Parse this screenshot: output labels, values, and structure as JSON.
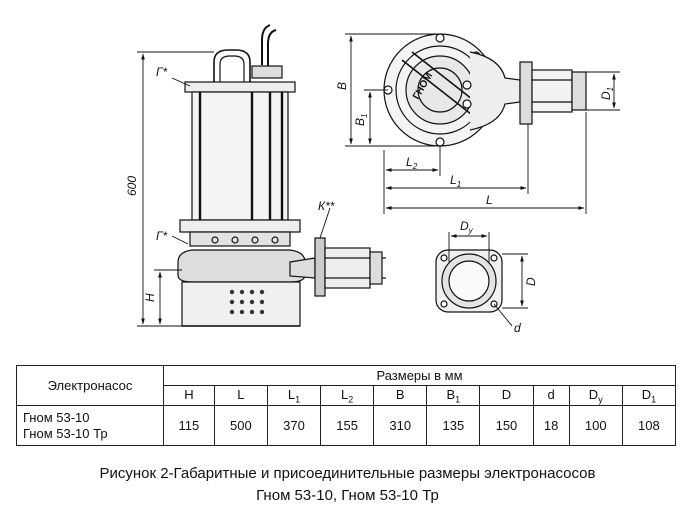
{
  "drawing": {
    "label_g_top": "Г*",
    "label_g_bottom": "Г*",
    "label_k": "К**",
    "dim_600": "600",
    "dim_h": "H",
    "dim_b": "B",
    "dim_b1": "B",
    "dim_b1_sub": "1",
    "dim_l2": "L",
    "dim_l2_sub": "2",
    "dim_l1": "L",
    "dim_l1_sub": "1",
    "dim_l": "L",
    "dim_d1": "D",
    "dim_d1_sub": "1",
    "dim_dy": "D",
    "dim_dy_sub": "y",
    "dim_d": "D",
    "dim_small_d": "d",
    "plate_text": "ГНОМ"
  },
  "table": {
    "row_header": "Электронасос",
    "group_header": "Размеры в мм",
    "columns": [
      {
        "main": "H",
        "sub": ""
      },
      {
        "main": "L",
        "sub": ""
      },
      {
        "main": "L",
        "sub": "1"
      },
      {
        "main": "L",
        "sub": "2"
      },
      {
        "main": "B",
        "sub": ""
      },
      {
        "main": "B",
        "sub": "1"
      },
      {
        "main": "D",
        "sub": ""
      },
      {
        "main": "d",
        "sub": ""
      },
      {
        "main": "D",
        "sub": "y"
      },
      {
        "main": "D",
        "sub": "1"
      }
    ],
    "rows": [
      {
        "name_line1": "Гном 53-10",
        "name_line2": "Гном 53-10 Тр",
        "values": [
          "115",
          "500",
          "370",
          "155",
          "310",
          "135",
          "150",
          "18",
          "100",
          "108"
        ]
      }
    ]
  },
  "caption": {
    "line1": "Рисунок 2-Габаритные и присоединительные размеры электронасосов",
    "line2": "Гном 53-10, Гном 53-10 Тр"
  }
}
